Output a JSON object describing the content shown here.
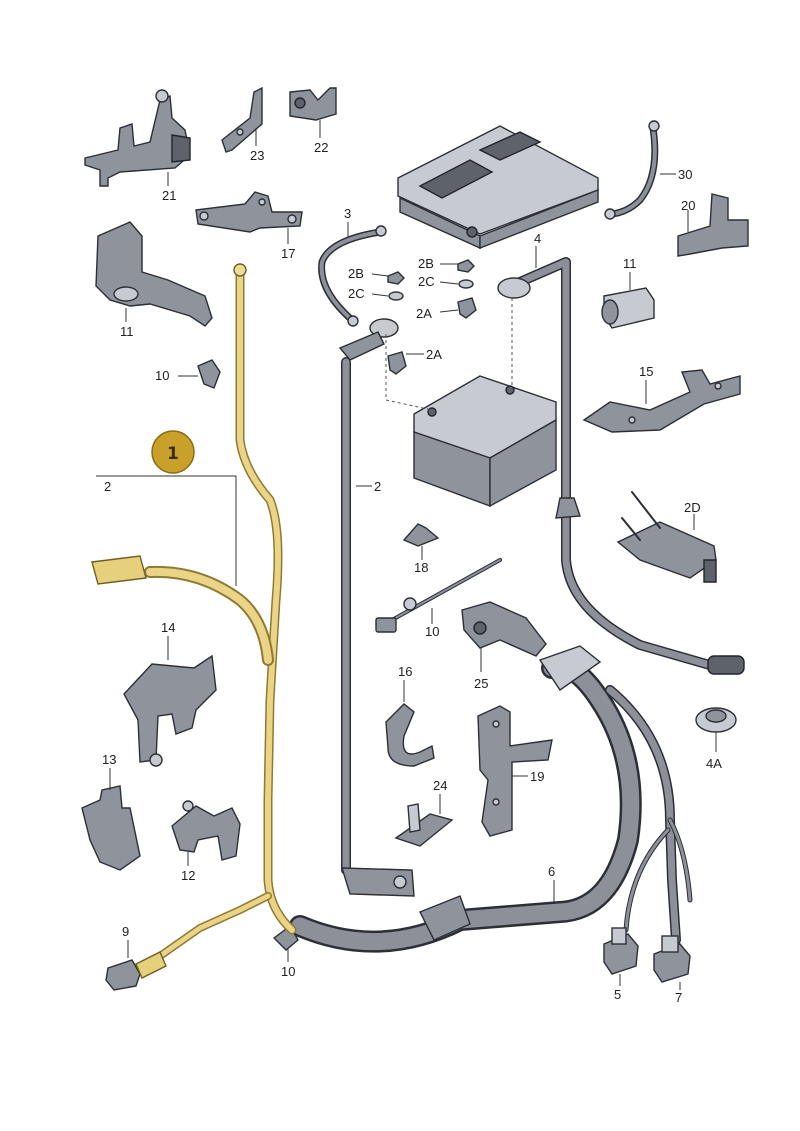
{
  "callout": {
    "number": "1",
    "color": "#c9a12a"
  },
  "colors": {
    "highlight": "#e8cf7e",
    "part": "#8f939b",
    "outline": "#2c2f36"
  },
  "labels": {
    "p2_top": "2",
    "p2_mid": "2",
    "p2a_1": "2A",
    "p2a_2": "2A",
    "p2b_1": "2B",
    "p2b_2": "2B",
    "p2c_1": "2C",
    "p2c_2": "2C",
    "p2d": "2D",
    "p3": "3",
    "p4": "4",
    "p4a": "4A",
    "p5": "5",
    "p6": "6",
    "p7": "7",
    "p9": "9",
    "p10_a": "10",
    "p10_b": "10",
    "p10_c": "10",
    "p11_a": "11",
    "p11_b": "11",
    "p12": "12",
    "p13": "13",
    "p14": "14",
    "p15": "15",
    "p16": "16",
    "p17": "17",
    "p18": "18",
    "p19": "19",
    "p20": "20",
    "p21": "21",
    "p22": "22",
    "p23": "23",
    "p24": "24",
    "p25": "25",
    "p30": "30"
  }
}
